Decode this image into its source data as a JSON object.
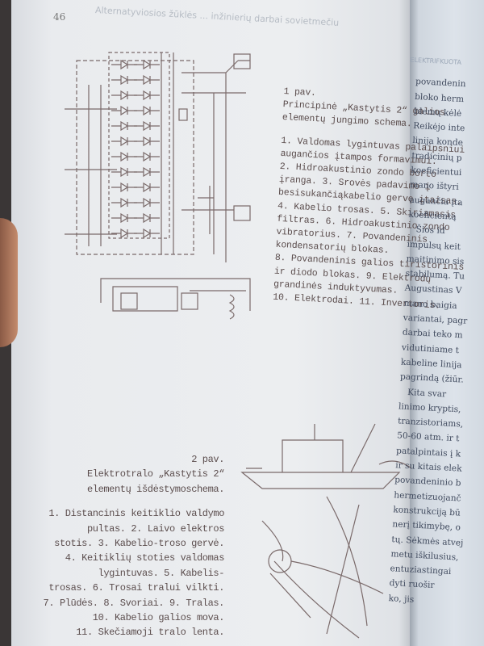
{
  "header": {
    "page_number": "46",
    "running_title": "Alternatyviosios žūklės ... inžinierių darbai sovietmečiu"
  },
  "figure1": {
    "label": "1 pav.",
    "title_lines": [
      "Principinė „Kastytis 2“ galios",
      "elementų jungimo schema."
    ],
    "legend_lines": [
      "1. Valdomas lygintuvas palaipsniui",
      "augančios įtampos formavimui.",
      "2. Hidroakustinio zondo borto",
      "įranga. 3. Srovės padavimo į",
      "besisukančiąkabelio gervę įtaisas.",
      "4. Kabelio trosas. 5. Skiriamasis",
      "filtras. 6. Hidroakustinio zondo",
      "vibratorius. 7. Povandeninis",
      "kondensatorių blokas.",
      "8. Povandeninis galios tiristorinis",
      "ir diodo blokas. 9. Elektrodų",
      "grandinės induktyvumas.",
      "10. Elektrodai. 11. Invertoris."
    ]
  },
  "figure2": {
    "label": "2 pav.",
    "title_lines": [
      "Elektrotralo „Kastytis 2“",
      "elementų išdėstymoschema."
    ],
    "legend_lines": [
      "1. Distancinis keitiklio valdymo",
      "pultas. 2. Laivo elektros",
      "stotis. 3. Kabelio-troso gervė.",
      "4. Keitiklių stoties valdomas",
      "lygintuvas. 5. Kabelis-",
      "trosas. 6. Trosai tralui vilkti.",
      "7. Plūdės. 8. Svoriai. 9. Tralas.",
      "10. Kabelio galios mova.",
      "11. Skečiamoji tralo lenta."
    ]
  },
  "right_page": {
    "header": "ELEKTRIFKUOTA",
    "lines": [
      "povandenin",
      "bloko herm",
      "blemų kėlė",
      "Reikėjo inte",
      "linija konde",
      "tradicinių p",
      "koeficientui",
      "mano ištyri",
      "augančia įta",
      "koeficientą",
      "   Šios id",
      "impulsų keit",
      "maitinimo sis",
      "stabilumą. Tu",
      "Augustinas V",
      "mano baigia",
      "variantai, pagr",
      "darbai teko m",
      "vidutiniame t",
      "kabeline linija",
      "pagrindą (žiūr.",
      "   Kita svar",
      "linimo kryptis,",
      "tranzistoriams,",
      "50-60 atm. ir t",
      "patalpintais į k",
      "ir su kitais elek",
      "povandeninio b",
      "hermetizuojanč",
      "konstrukciją bū",
      "nerį tikimybę, o",
      "tų. Sėkmės atvej",
      "metu iškilusius,",
      "entuziastingai",
      "dyti ruošir",
      "ko, jis"
    ]
  },
  "colors": {
    "paper": "#eceef0",
    "ink": "#5b4d4d",
    "diagram": "#7a6a6a"
  }
}
